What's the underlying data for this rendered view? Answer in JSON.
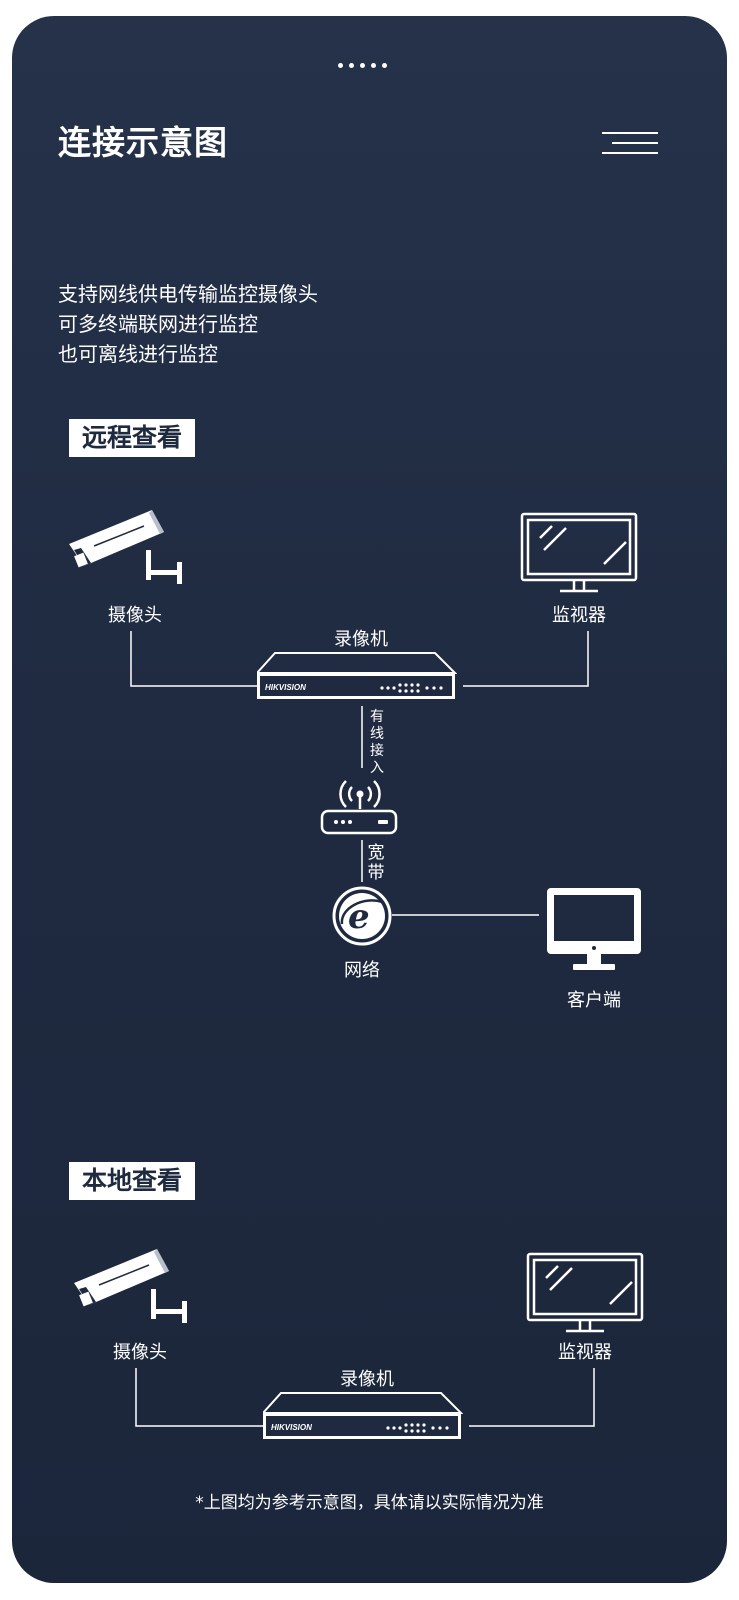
{
  "header": {
    "title": "连接示意图",
    "menu_icon": "hamburger-menu-icon"
  },
  "intro": {
    "lines": [
      "支持网线供电传输监控摄像头",
      "可多终端联网进行监控",
      "也可离线进行监控"
    ]
  },
  "remote_section": {
    "tag": "远程查看",
    "camera_label": "摄像头",
    "monitor_label": "监视器",
    "nvr_label": "录像机",
    "nvr_brand": "HIKVISION",
    "wired_label_chars": [
      "有",
      "线",
      "接",
      "入"
    ],
    "broadband_label_chars": [
      "宽",
      "带"
    ],
    "network_label": "网络",
    "client_label": "客户端",
    "icons": [
      "camera-icon",
      "monitor-icon",
      "nvr-icon",
      "router-icon",
      "internet-explorer-icon",
      "client-monitor-icon"
    ]
  },
  "local_section": {
    "tag": "本地查看",
    "camera_label": "摄像头",
    "monitor_label": "监视器",
    "nvr_label": "录像机",
    "nvr_brand": "HIKVISION"
  },
  "footnote": "*上图均为参考示意图，具体请以实际情况为准",
  "colors": {
    "background": "#222d44",
    "foreground": "#ffffff"
  }
}
